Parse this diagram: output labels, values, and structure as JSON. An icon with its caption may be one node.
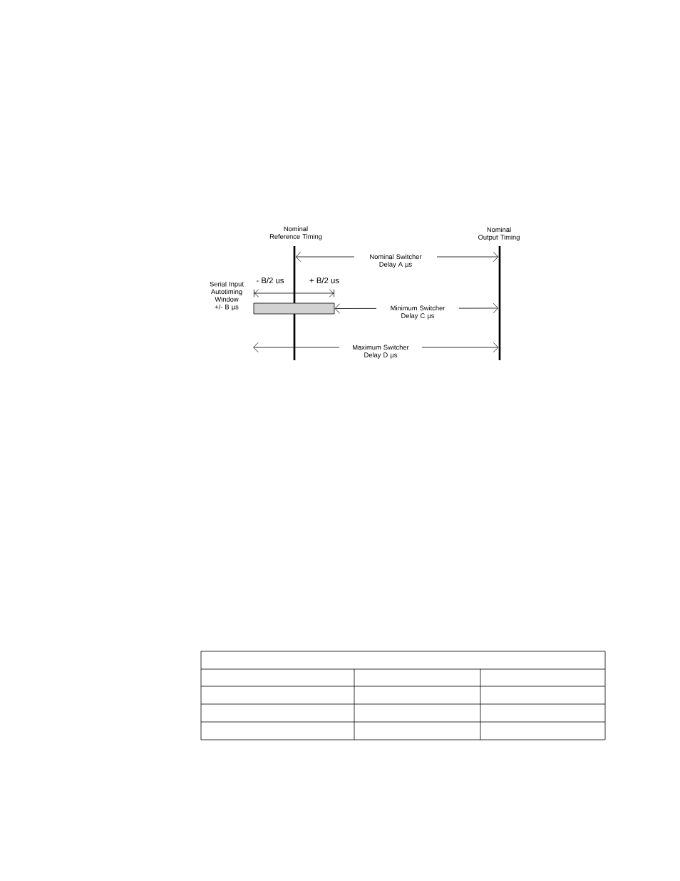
{
  "diagram": {
    "nodes": [
      {
        "text": [
          "Nominal Reference Timing"
        ]
      },
      {
        "text": [
          "Nominal Output Timing"
        ]
      },
      {
        "text": [],
        "shape": "box",
        "beside": [
          "Serial Input Autotiming Window +/- B µs"
        ]
      }
    ],
    "edges": [
      {
        "from": 0,
        "to": 1,
        "arrow": "both",
        "label": "Nominal Switcher Delay A µs"
      },
      {
        "from": 2,
        "to": 1,
        "arrow": "both",
        "label": "Minimum Switcher Delay C µs"
      },
      {
        "from": null,
        "to": 1,
        "arrow": "both",
        "label": "Maximum Switcher Delay D µs"
      }
    ],
    "labels": [
      "- B/2 us",
      "+ B/2 us"
    ]
  }
}
